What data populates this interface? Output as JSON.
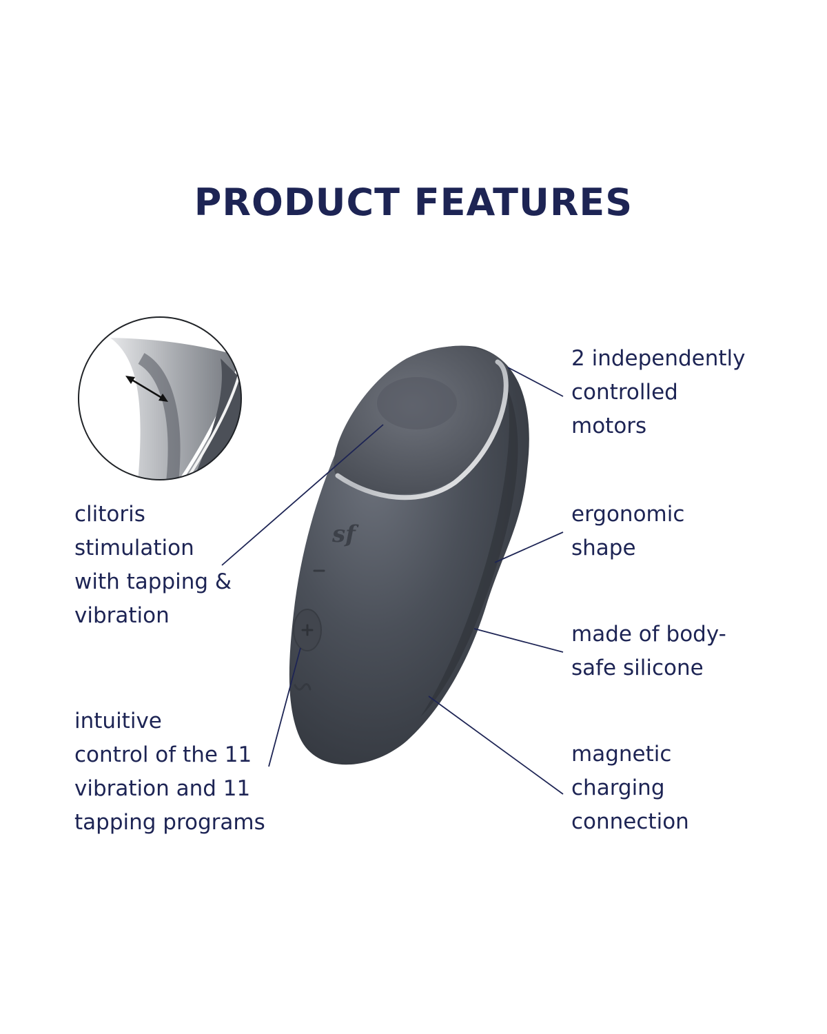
{
  "heading": "PRODUCT FEATURES",
  "features": {
    "stimulation": "clitoris\nstimulation\nwith tapping &\nvibration",
    "controls": "intuitive\ncontrol of the 11\nvibration and 11\ntapping programs",
    "motors": "2 independently\ncontrolled\nmotors",
    "shape": "ergonomic\nshape",
    "material": "made of body-\nsafe silicone",
    "charging": "magnetic\ncharging\nconnection"
  },
  "colors": {
    "text": "#1d2454",
    "device": "#4a4f58",
    "accent_ring": "#d8dadd",
    "background": "#ffffff"
  },
  "icons": {
    "brand_mark": "satisfyer-logo-icon",
    "minus": "minus-icon",
    "plus": "plus-icon",
    "wave": "wave-icon",
    "arrow": "double-arrow-icon"
  }
}
